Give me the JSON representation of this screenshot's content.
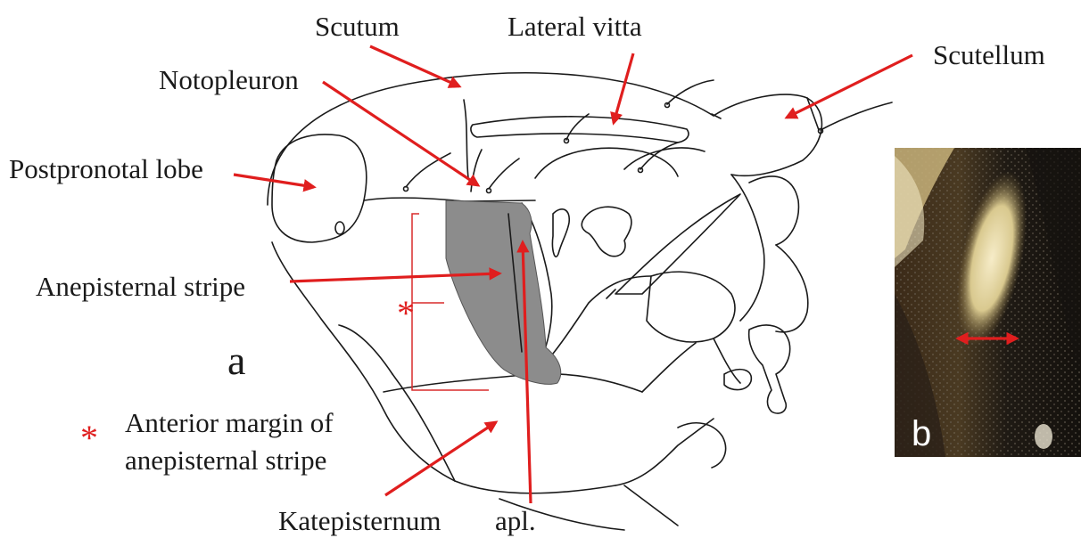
{
  "panel_a_label": "a",
  "panel_b_label": "b",
  "labels": {
    "scutum": "Scutum",
    "lateral_vitta": "Lateral vitta",
    "notopleuron": "Notopleuron",
    "scutellum": "Scutellum",
    "postpronotal_lobe": "Postpronotal lobe",
    "anepisternal_stripe": "Anepisternal stripe",
    "katepisternum": "Katepisternum",
    "apl": "apl."
  },
  "legend": {
    "symbol": "*",
    "line1": "Anterior margin of",
    "line2": "anepisternal stripe"
  },
  "colors": {
    "arrow": "#e01e1e",
    "stripe_fill": "#8c8c8c",
    "outline": "#1a1a1a"
  }
}
